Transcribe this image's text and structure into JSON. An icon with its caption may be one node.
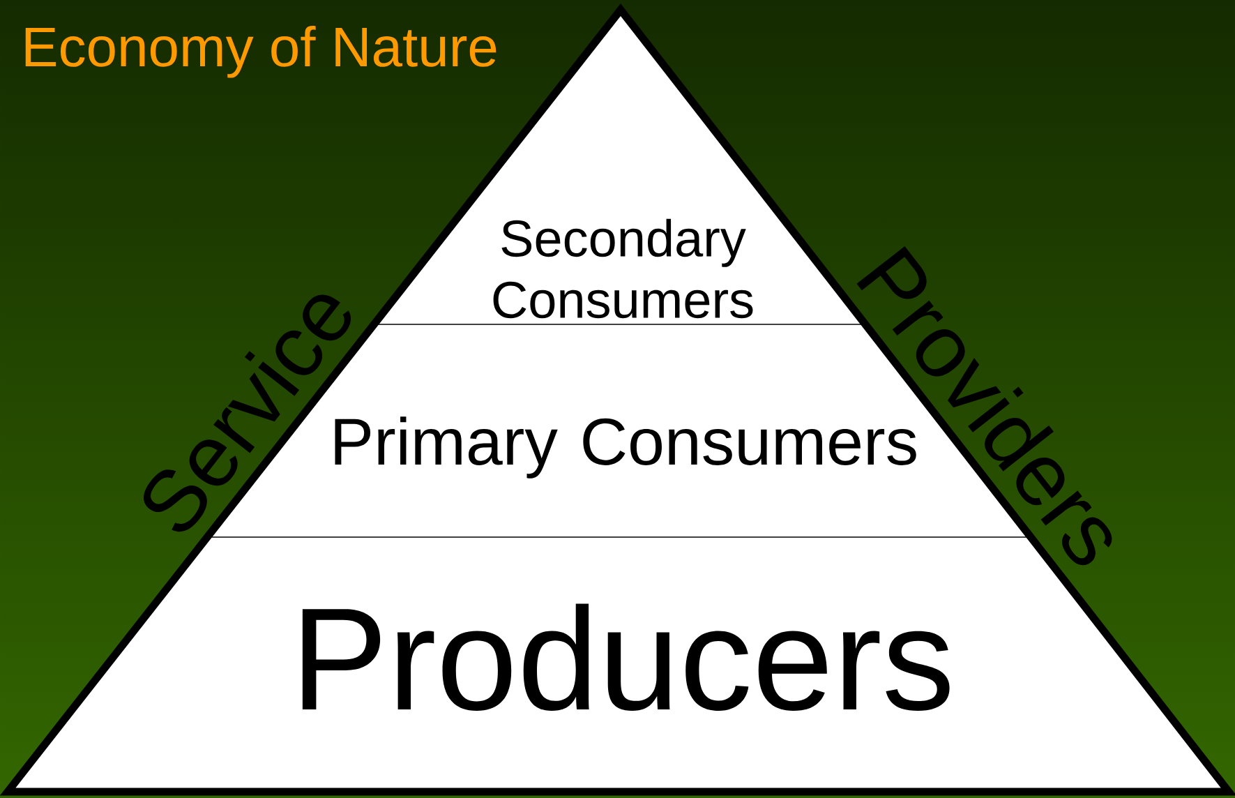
{
  "diagram": {
    "title": "Economy of Nature",
    "nodes": [
      {
        "text": [
          "Secondary Consumers"
        ]
      },
      {
        "text": [
          "Primary Consumers"
        ]
      },
      {
        "text": [
          "Producers"
        ]
      }
    ],
    "labels": [
      "Service",
      "Providers"
    ]
  }
}
